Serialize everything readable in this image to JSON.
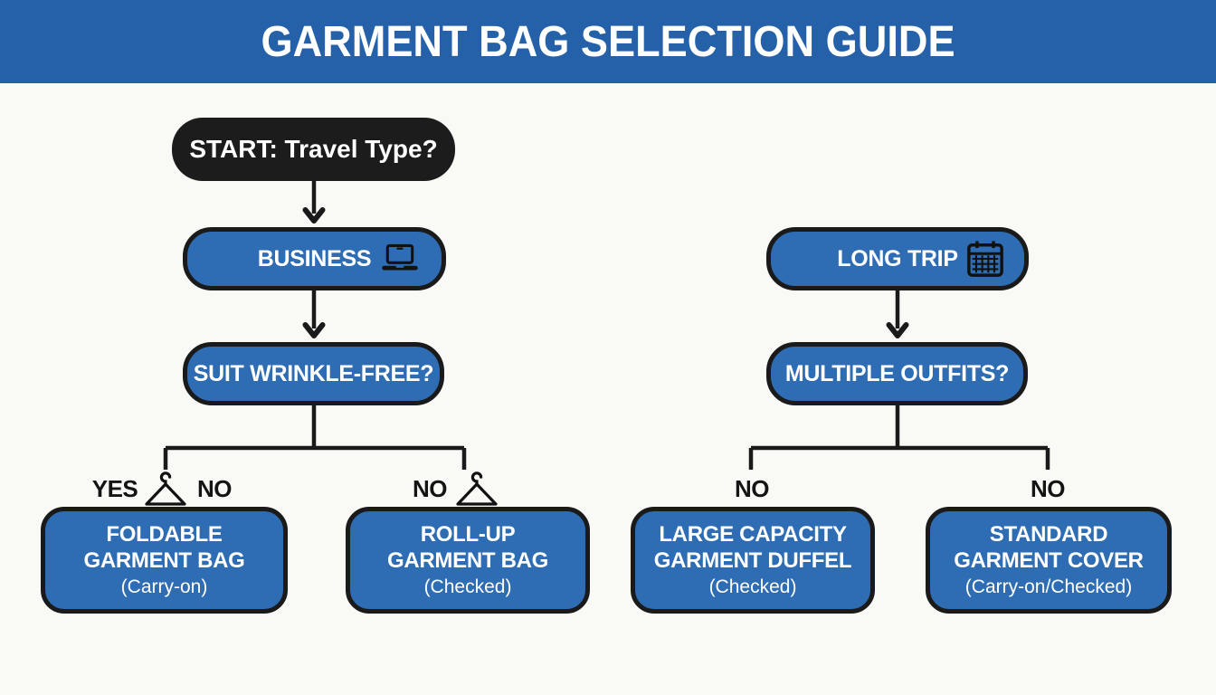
{
  "header": {
    "title": "GARMENT BAG SELECTION GUIDE"
  },
  "colors": {
    "banner_blue": "#2561a9",
    "node_blue": "#2e6db4",
    "node_black": "#1c1c1c",
    "line_black": "#1a1a1a",
    "background": "#f9f9f6",
    "text_white": "#ffffff"
  },
  "nodes": {
    "start": {
      "label": "START: Travel Type?"
    },
    "business": {
      "label": "BUSINESS",
      "icon": "laptop-icon"
    },
    "long_trip": {
      "label": "LONG TRIP",
      "icon": "calendar-icon"
    },
    "suit_wrinkle_free": {
      "label": "SUIT WRINKLE-FREE?"
    },
    "multiple_outfits": {
      "label": "MULTIPLE OUTFITS?"
    },
    "foldable_garment_bag": {
      "line1": "FOLDABLE",
      "line2": "GARMENT BAG",
      "line3": "(Carry-on)"
    },
    "rollup_garment_bag": {
      "line1": "ROLL-UP",
      "line2": "GARMENT BAG",
      "line3": "(Checked)"
    },
    "large_capacity_duffel": {
      "line1": "LARGE CAPACITY",
      "line2": "GARMENT DUFFEL",
      "line3": "(Checked)"
    },
    "standard_garment_cover": {
      "line1": "STANDARD",
      "line2": "GARMENT COVER",
      "line3": "(Carry-on/Checked)"
    }
  },
  "branch_labels": {
    "suit_yes": "YES",
    "suit_no_inner": "NO",
    "suit_no_right": "NO",
    "outfits_no_left": "NO",
    "outfits_no_right": "NO"
  },
  "icons": {
    "business_icon": "laptop-icon",
    "long_trip_icon": "calendar-icon",
    "branch_icon": "hanger-icon"
  }
}
